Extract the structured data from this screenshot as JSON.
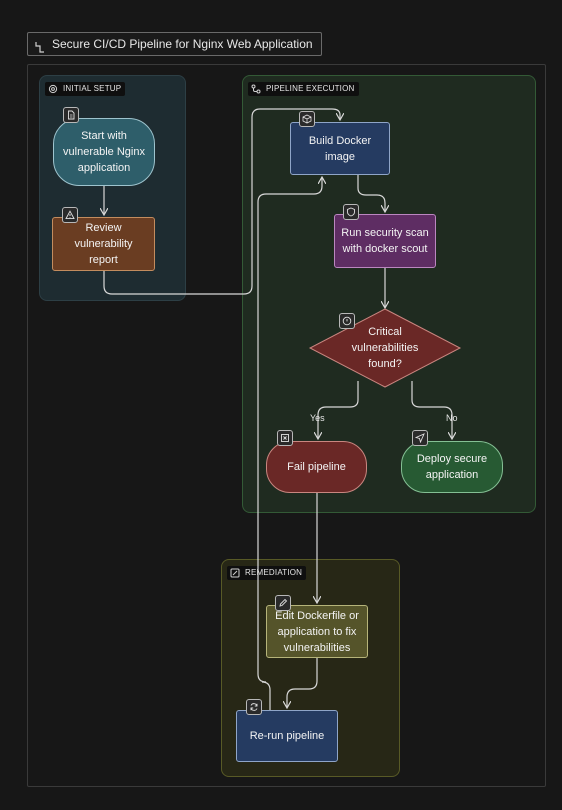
{
  "title": "Secure CI/CD Pipeline for Nginx Web Application",
  "groups": {
    "setup": "INITIAL SETUP",
    "pipeline": "PIPELINE EXECUTION",
    "remediation": "REMEDIATION"
  },
  "nodes": {
    "start": "Start with vulnerable Nginx application",
    "review": "Review vulnerability report",
    "build": "Build Docker image",
    "scan": "Run security scan with docker scout",
    "critical": "Critical vulnerabilities found?",
    "fail": "Fail pipeline",
    "deploy": "Deploy secure application",
    "edit": "Edit Dockerfile or application to fix vulnerabilities",
    "rerun": "Re-run pipeline"
  },
  "edge_labels": {
    "yes": "Yes",
    "no": "No"
  },
  "icons": {
    "title": "flow-icon",
    "setup": "gear-icon",
    "pipeline": "pipeline-icon",
    "remediation": "edit-icon",
    "start": "document-icon",
    "review": "warning-icon",
    "build": "cube-icon",
    "scan": "shield-icon",
    "critical": "alert-circle-icon",
    "fail": "x-square-icon",
    "deploy": "send-icon",
    "edit": "pencil-icon",
    "rerun": "refresh-icon"
  },
  "colors": {
    "background": "#171717",
    "setup_group": "#1e2c31",
    "pipeline_group": "#1f2b20",
    "remediation_group": "#272716",
    "start": "#2e5e6a",
    "review": "#6a3d22",
    "build": "#253b61",
    "scan": "#5e2d63",
    "critical": "#6a2826",
    "fail": "#6a2826",
    "deploy": "#275a33",
    "edit": "#55542a",
    "rerun": "#253b61",
    "edge": "#d8d8d8"
  }
}
